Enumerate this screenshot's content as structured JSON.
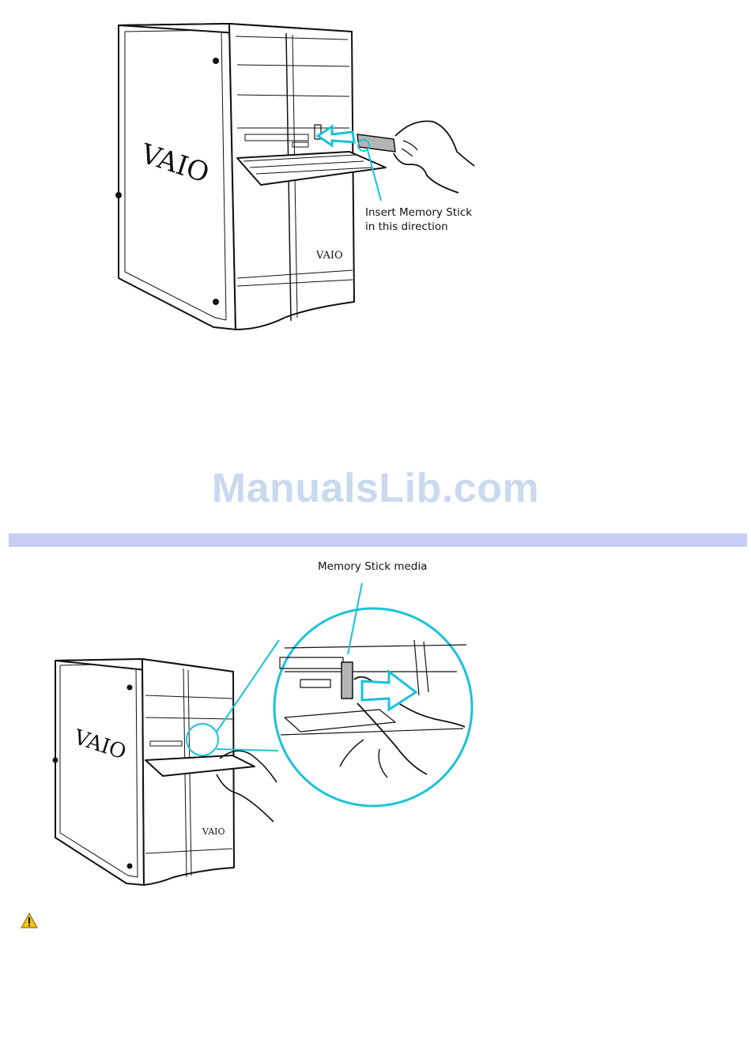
{
  "top_figure": {
    "callout_line1": "Insert Memory Stick",
    "callout_line2": "in this direction",
    "brand_side": "VAIO",
    "brand_front": "VAIO",
    "accent_color": "#19c3d6"
  },
  "watermark": {
    "text": "ManualsLib.com",
    "color": "#c9d9ee"
  },
  "section_bar": {
    "color": "#c8cdf6"
  },
  "bottom_figure": {
    "callout": "Memory Stick media",
    "brand_side": "VAIO",
    "brand_front": "VAIO",
    "accent_color": "#19c3d6"
  },
  "warning": {
    "icon": "warning-icon",
    "color": "#f5c400"
  }
}
